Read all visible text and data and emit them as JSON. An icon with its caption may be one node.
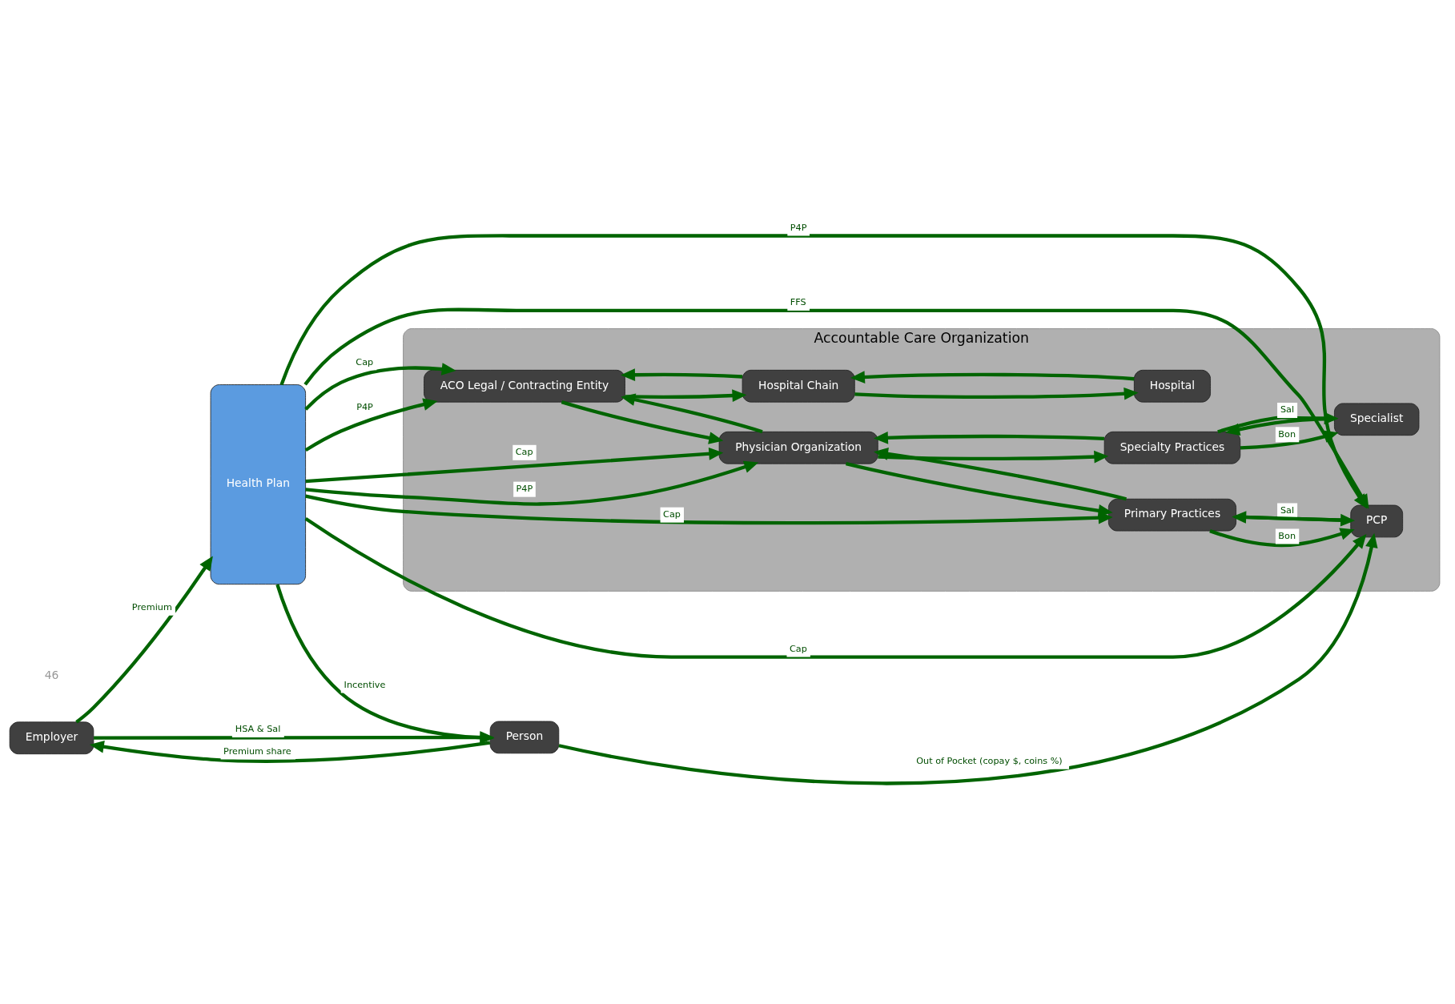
{
  "diagram": {
    "nodes": [
      {
        "text": [
          "Employer"
        ]
      },
      {
        "text": [
          "Health Plan"
        ]
      },
      {
        "text": [
          "Person"
        ]
      },
      {
        "text": [
          "Accountable Care Organization"
        ]
      },
      {
        "text": [
          "ACO Legal / Contracting Entity"
        ],
        "in": 3
      },
      {
        "text": [
          "Physician Organization"
        ],
        "in": 3
      },
      {
        "text": [
          "Hospital Chain"
        ],
        "in": 3
      },
      {
        "text": [
          "Primary Practices"
        ],
        "in": 3
      },
      {
        "text": [
          "Specialty Practices"
        ],
        "in": 3
      },
      {
        "text": [
          "PCP"
        ],
        "in": 3
      },
      {
        "text": [
          "Specialist"
        ],
        "in": 3
      },
      {
        "text": [
          "Hospital"
        ],
        "in": 3
      }
    ],
    "edges": [
      {
        "from": 0,
        "to": 1,
        "arrow": "to",
        "label": "Premium"
      },
      {
        "from": 0,
        "to": 2,
        "arrow": "to",
        "label": "HSA & Sal"
      },
      {
        "from": 2,
        "to": 0,
        "arrow": "to",
        "label": "Premium share"
      },
      {
        "from": 1,
        "to": 4,
        "arrow": "to",
        "label": "Cap"
      },
      {
        "from": 1,
        "to": 4,
        "arrow": "to",
        "label": "P4P"
      },
      {
        "from": 1,
        "to": 5,
        "arrow": "to",
        "label": "Cap"
      },
      {
        "from": 1,
        "to": 5,
        "arrow": "to",
        "label": "P4P"
      },
      {
        "from": 1,
        "to": 7,
        "arrow": "to",
        "label": "Cap"
      },
      {
        "from": 1,
        "to": 9,
        "arrow": "to",
        "label": "Cap"
      },
      {
        "from": 1,
        "to": 9,
        "arrow": "to",
        "label": "P4P"
      },
      {
        "from": 1,
        "to": 9,
        "arrow": "to",
        "label": "FFS"
      },
      {
        "from": 1,
        "to": 2,
        "arrow": "to",
        "label": "Incentive"
      },
      {
        "from": 2,
        "to": 9,
        "arrow": "to",
        "label": "Out of Pocket (copay $, coins %)"
      },
      {
        "from": 4,
        "to": 5,
        "arrow": "to"
      },
      {
        "from": 5,
        "to": 4,
        "arrow": "to"
      },
      {
        "from": 4,
        "to": 6,
        "arrow": "to"
      },
      {
        "from": 6,
        "to": 4,
        "arrow": "to"
      },
      {
        "from": 5,
        "to": 7,
        "arrow": "to"
      },
      {
        "from": 7,
        "to": 5,
        "arrow": "to"
      },
      {
        "from": 5,
        "to": 8,
        "arrow": "to"
      },
      {
        "from": 8,
        "to": 5,
        "arrow": "to"
      },
      {
        "from": 7,
        "to": 9,
        "arrow": "to",
        "label": "Sal"
      },
      {
        "from": 7,
        "to": 9,
        "arrow": "to",
        "label": "Bon"
      },
      {
        "from": 9,
        "to": 7,
        "arrow": "to"
      },
      {
        "from": 8,
        "to": 10,
        "arrow": "to",
        "label": "Sal"
      },
      {
        "from": 8,
        "to": 10,
        "arrow": "to",
        "label": "Bon"
      },
      {
        "from": 10,
        "to": 8,
        "arrow": "to"
      },
      {
        "from": 6,
        "to": 11,
        "arrow": "to"
      },
      {
        "from": 11,
        "to": 6,
        "arrow": "to"
      }
    ],
    "labels": [
      "46"
    ]
  }
}
